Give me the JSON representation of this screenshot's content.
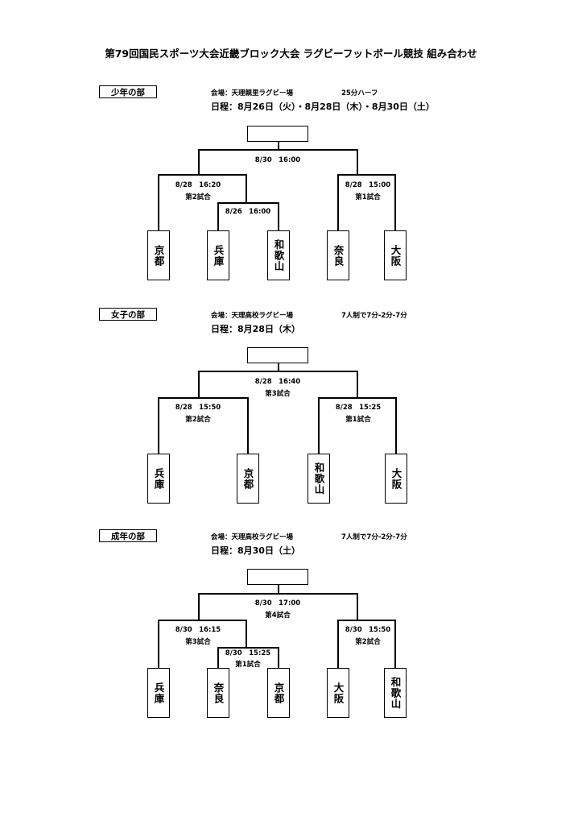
{
  "title": "第79回国民スポーツ大会近畿ブロック大会 ラグビーフットボール競技 組み合わせ",
  "divisions": [
    {
      "label": "少年の部",
      "venue": "会場：天理親里ラグビー場",
      "format": "25分ハーフ",
      "schedule": "日程：8月26日（火）・8月28日（木）・8月30日（土）",
      "final_time": "8/30　16:00",
      "final_name": "",
      "left_time": "8/28　16:20",
      "left_name": "第2試合",
      "inner_time": "8/26　16:00",
      "inner_name": "",
      "right_time": "8/28　15:00",
      "right_name": "第1試合",
      "teams": [
        "京都",
        "兵庫",
        "和歌山",
        "奈良",
        "大阪"
      ]
    },
    {
      "label": "女子の部",
      "venue": "会場：天理高校ラグビー場",
      "format": "7人制で7分-2分-7分",
      "schedule": "日程：8月28日（木）",
      "final_time": "8/28　16:40",
      "final_name": "第3試合",
      "left_time": "8/28　15:50",
      "left_name": "第2試合",
      "right_time": "8/28　15:25",
      "right_name": "第1試合",
      "teams": [
        "兵庫",
        "京都",
        "和歌山",
        "大阪"
      ]
    },
    {
      "label": "成年の部",
      "venue": "会場：天理高校ラグビー場",
      "format": "7人制で7分-2分-7分",
      "schedule": "日程：8月30日（土）",
      "final_time": "8/30　17:00",
      "final_name": "第4試合",
      "left_time": "8/30　16:15",
      "left_name": "第3試合",
      "inner_time": "8/30　15:25",
      "inner_name": "第1試合",
      "right_time": "8/30　15:50",
      "right_name": "第2試合",
      "teams": [
        "兵庫",
        "奈良",
        "京都",
        "大阪",
        "和歌山"
      ]
    }
  ]
}
